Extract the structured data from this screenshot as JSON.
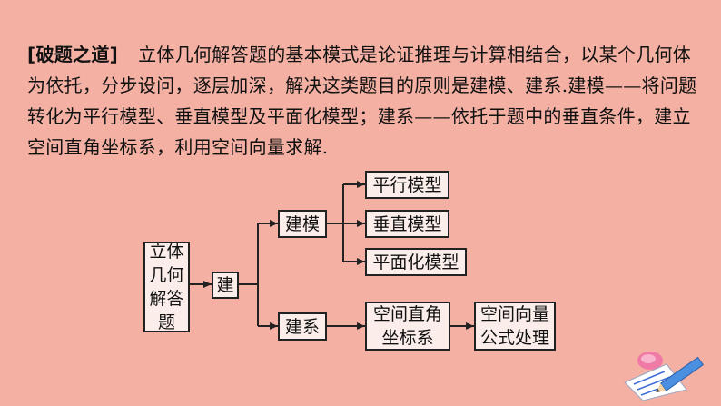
{
  "paragraph": {
    "tag": "[破题之道]",
    "text": "立体几何解答题的基本模式是论证推理与计算相结合，以某个几何体为依托，分步设问，逐层加深，解决这类题目的原则是建模、建系.建模——将问题转化为平行模型、垂直模型及平面化模型；建系——依托于题中的垂直条件，建立空间直角坐标系，利用空间向量求解."
  },
  "diagram": {
    "root": "立体\n几何\n解答\n题",
    "jian": "建",
    "jianmo": "建模",
    "jianxi": "建系",
    "parallel": "平行模型",
    "perpendicular": "垂直模型",
    "planar": "平面化模型",
    "coord": "空间直角\n坐标系",
    "vector": "空间向量\n公式处理"
  },
  "colors": {
    "background": "#f4b0a3",
    "box_fill": "#fbeeea",
    "stroke": "#222222"
  }
}
